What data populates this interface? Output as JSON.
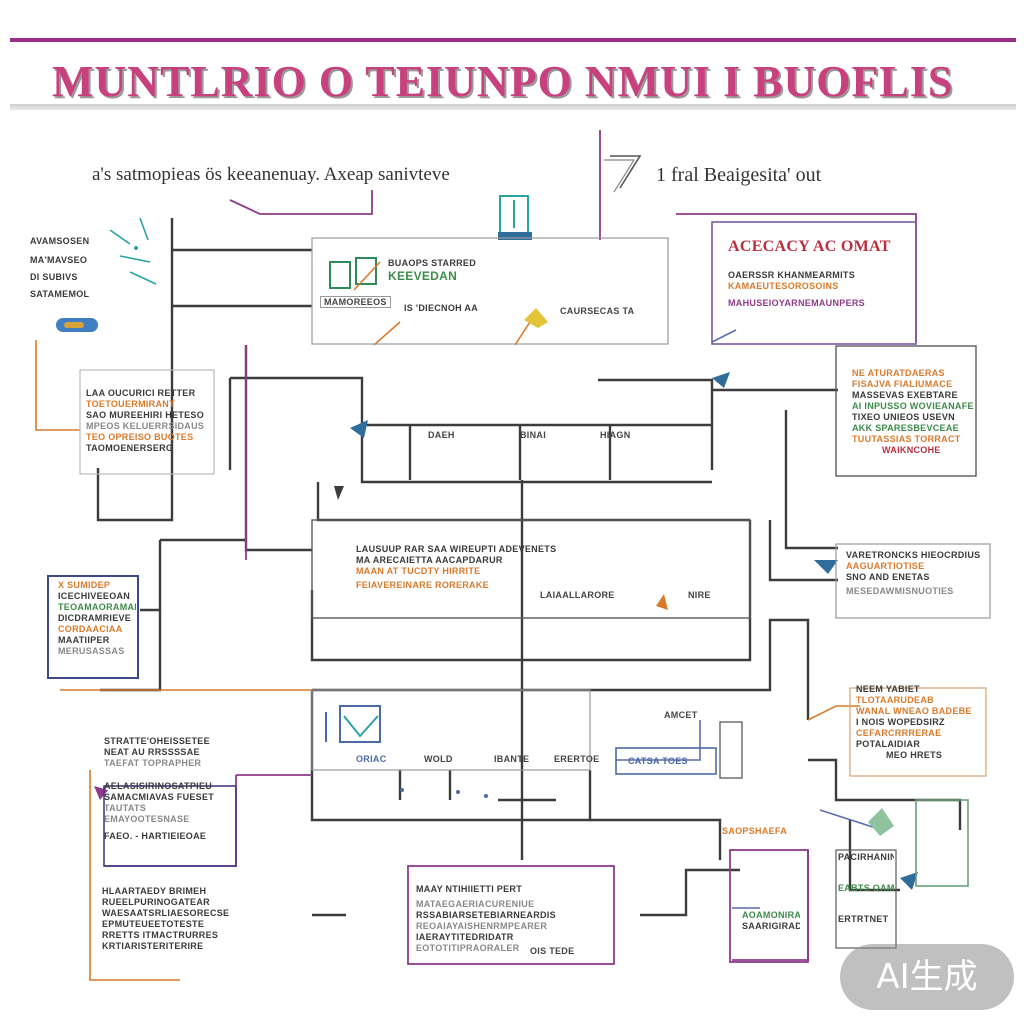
{
  "header": {
    "title": "MUNTLRIO O TEIUNPO NMUI I BUOFLIS"
  },
  "subtitles": {
    "left": "a's satmopieas ös keeanenuay. Axeap sanivteve",
    "right": "1 fral Beaigesita' out"
  },
  "nodes": {
    "left_notes": [
      "AVAMSOSEN",
      "MA'MAVSEO",
      "DI SUBIVS",
      "SATAMEMOL"
    ],
    "top_center": [
      "BUAOPS STARRED",
      "KEEVEDAN",
      "IS 'DIECNOH AA",
      "CAURSECAS TA"
    ],
    "top_center_badge": "MAMOREEOS",
    "top_right": [
      "ACECACY AC OMAT",
      "OAERSSR KHANMEARMITS",
      "KAMAEUTESOROSOINS",
      "MAHUSEIOYARNEMAUNPERS"
    ],
    "left_box": [
      "LAA OUCURICI RETTER",
      "TOETOUERMIRANT",
      "SAO MUREEHIRI HETESO",
      "MPEOS KELUERRSIDAUS",
      "TEO OPREISO BUOTES",
      "TAOMOENERSERG"
    ],
    "right_box_1": [
      "NE ATURATDAERAS",
      "FISAJVA FIALIUMACE",
      "MASSEVAS EXEBTARE",
      "AI INPUSSO WOVIEANAFE",
      "TIXEO UNIEOS USEVN",
      "AKK SPARESBEVCEAE",
      "TUUTASSIAS TORRACT",
      "WAIKNCOHE"
    ],
    "middle_center": [
      "LAUSUUP RAR SAA WIREUPTI ADEVENETS",
      "MA ARECAIETTA AACAPDARUR",
      "MAAN AT TUCDTY HIRRITE",
      "FEIAVEREINARE RORERAKE"
    ],
    "middle_center_side": [
      "LAIAALLARORE",
      "NIRE"
    ],
    "left_mid": [
      "X SUMIDEP",
      "ICECHIVEEOAN",
      "TEOAMAORAMAN",
      "DICDRAMRIEVE",
      "CORDAACIAA",
      "MAATIIPER",
      "MERUSASSAS"
    ],
    "right_mid": [
      "VARETRONCKS HIEOCRDIUS",
      "AAGUARTIOTISE",
      "SNO AND ENETAS",
      "MESEDAWMISNUOTIES"
    ],
    "right_lower": [
      "NEEM YABIET",
      "TLOTAARUDEAB",
      "WANAL WNEAO BADEBE",
      "I NOIS WOPEDSIRZ",
      "CEFARCRRRERAE",
      "POTALAIDIAR",
      "MEO HRETS"
    ],
    "bottom_center_labels": [
      "ORIAC",
      "WOLD",
      "IBANTE",
      "ERERTOE",
      "AMCET",
      "CATSA TOES"
    ],
    "left_lower": [
      "STRATTE'OHEISSETEE",
      "NEAT AU RRSSSSAE",
      "TAEFAT TOPRAPHER",
      "AELASISIRINOSATPIEU",
      "SAMACMIAVAS FUESET",
      "TAUTATS",
      "EMAYOOTESNASE",
      "FAEO. - HARTIEIEOAE"
    ],
    "left_bottom": [
      "HLAARTAEDY BRIMEH",
      "RUEELPURINOGATEAR",
      "WAESAATSRLIAESORECSE",
      "EPMUTEUEETOTESTE",
      "RRETTS ITMACTRURRES",
      "KRTIARISTERITERIRE"
    ],
    "bottom_center": [
      "MAAY NTIHIIETTI PERT",
      "MATAEGAERIACURENIUE",
      "RSSABIARSETEBIARNEARDIS",
      "REOAIAYAISHENRMPEARER",
      "IAERAYTITEDRIDATR",
      "EOTOTITIPRAORALER"
    ],
    "bottom_center_tag": "OIS TEDE",
    "bottom_right_cards": [
      "SAOPSHAEFA",
      "PACIRHANINERSTORER",
      "EABTS OAMTORDE",
      "ERTRTNET"
    ],
    "bottom_right_small": [
      "AOAMONIRAWE",
      "SAARIGIRADE"
    ],
    "center_bar_labels": [
      "DAEH",
      "BINAI",
      "HIAGN"
    ]
  },
  "watermark": "AI生成",
  "colors": {
    "accent_purple": "#9b2f86",
    "title_pink": "#c9407f",
    "wire_dark": "#3c3c3c",
    "wire_orange": "#d97a2b",
    "wire_purple": "#8e3b8a",
    "arrow_blue": "#2f6d9a"
  }
}
